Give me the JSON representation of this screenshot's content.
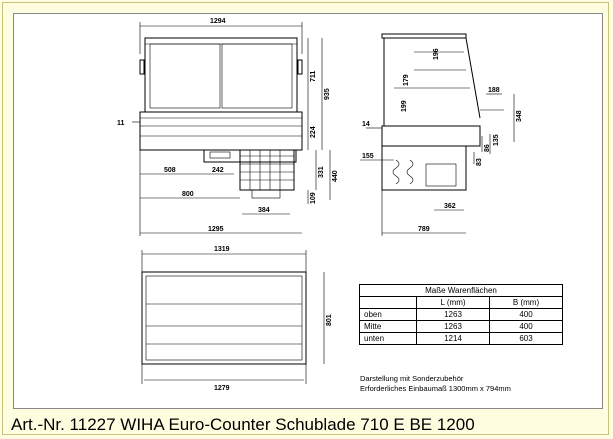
{
  "caption": "Art.-Nr. 11227  WIHA Euro-Counter Schublade 710 E BE 1200",
  "table": {
    "title": "Maße Warenflächen",
    "col_l": "L (mm)",
    "col_b": "B (mm)",
    "rows": [
      {
        "label": "oben",
        "l": "1263",
        "b": "400"
      },
      {
        "label": "Mitte",
        "l": "1263",
        "b": "400"
      },
      {
        "label": "unten",
        "l": "1214",
        "b": "603"
      }
    ]
  },
  "notes": {
    "line1": "Darstellung mit Sonderzubehör",
    "line2": "Erforderliches Einbaumaß 1300mm x 794mm"
  },
  "dims": {
    "front_width": "1294",
    "front_height_upper": "711",
    "front_height_total": "935",
    "front_mid": "224",
    "front_left": "11",
    "front_508": "508",
    "front_242": "242",
    "front_800": "800",
    "front_384": "384",
    "front_1295": "1295",
    "front_331": "331",
    "front_440": "440",
    "front_109": "109",
    "side_196": "196",
    "side_179": "179",
    "side_199": "199",
    "side_188": "188",
    "side_348": "348",
    "side_14": "14",
    "side_135": "135",
    "side_86": "86",
    "side_83": "83",
    "side_155": "155",
    "side_362": "362",
    "side_789": "789",
    "top_1319": "1319",
    "top_801": "801",
    "top_1279": "1279"
  }
}
